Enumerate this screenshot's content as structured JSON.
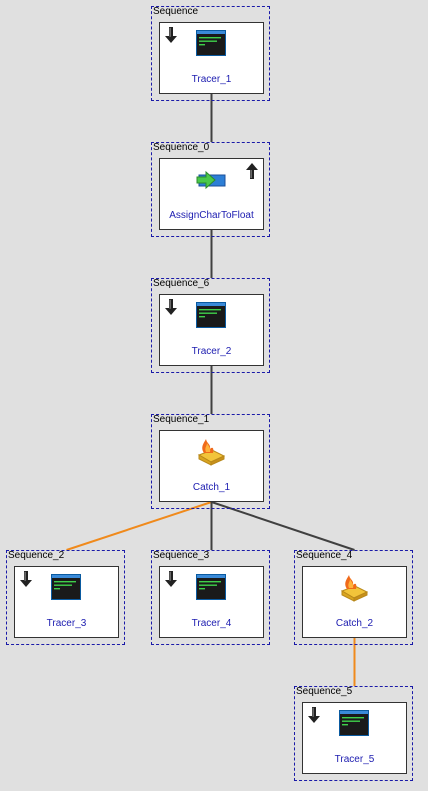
{
  "nodes": [
    {
      "id": "n0",
      "title": "Sequence",
      "label": "Tracer_1",
      "type": "tracer",
      "direction": "down"
    },
    {
      "id": "n1",
      "title": "Sequence_0",
      "label": "AssignCharToFloat",
      "type": "assign",
      "direction": "up"
    },
    {
      "id": "n2",
      "title": "Sequence_6",
      "label": "Tracer_2",
      "type": "tracer",
      "direction": "down"
    },
    {
      "id": "n3",
      "title": "Sequence_1",
      "label": "Catch_1",
      "type": "catch",
      "direction": "none"
    },
    {
      "id": "n4",
      "title": "Sequence_2",
      "label": "Tracer_3",
      "type": "tracer",
      "direction": "down"
    },
    {
      "id": "n5",
      "title": "Sequence_3",
      "label": "Tracer_4",
      "type": "tracer",
      "direction": "down"
    },
    {
      "id": "n6",
      "title": "Sequence_4",
      "label": "Catch_2",
      "type": "catch",
      "direction": "none"
    },
    {
      "id": "n7",
      "title": "Sequence_5",
      "label": "Tracer_5",
      "type": "tracer",
      "direction": "down"
    }
  ],
  "edges": [
    {
      "from": "n0",
      "to": "n1",
      "kind": "normal"
    },
    {
      "from": "n1",
      "to": "n2",
      "kind": "normal"
    },
    {
      "from": "n2",
      "to": "n3",
      "kind": "normal"
    },
    {
      "from": "n3",
      "to": "n4",
      "kind": "fault"
    },
    {
      "from": "n3",
      "to": "n5",
      "kind": "normal"
    },
    {
      "from": "n3",
      "to": "n6",
      "kind": "normal"
    },
    {
      "from": "n6",
      "to": "n7",
      "kind": "fault"
    }
  ],
  "colors": {
    "background": "#e0e0e0",
    "sequence_border": "#1a1aa8",
    "activity_label": "#1c1cb0",
    "edge_normal": "#404040",
    "edge_fault": "#f08a1c"
  }
}
